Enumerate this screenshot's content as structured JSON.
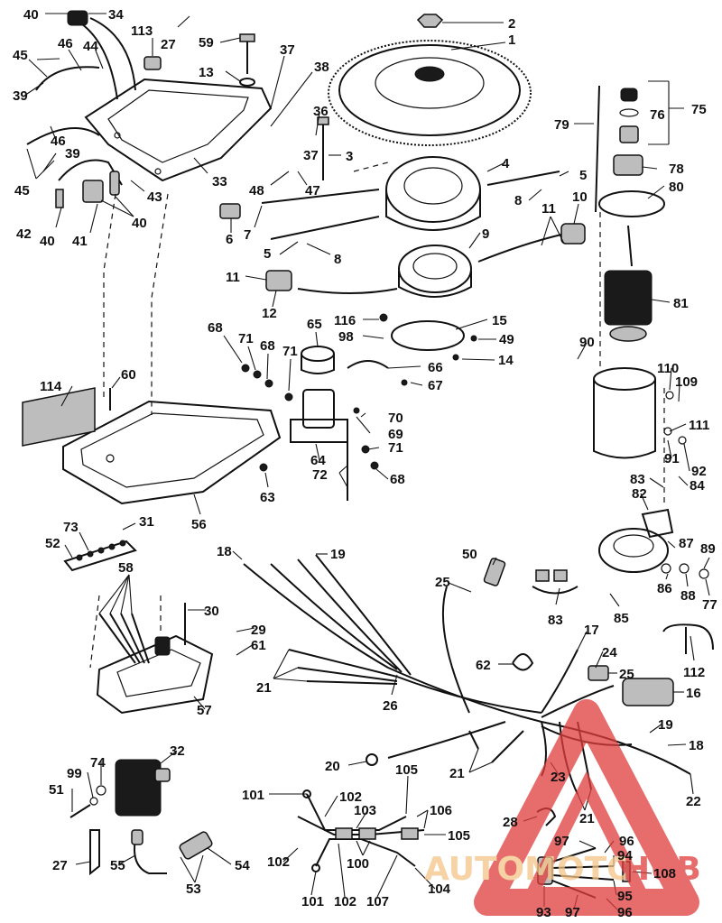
{
  "callouts": [
    {
      "id": "c-40a",
      "label": "40"
    },
    {
      "id": "c-34",
      "label": "34"
    },
    {
      "id": "c-27a",
      "label": "27"
    },
    {
      "id": "c-2",
      "label": "2"
    },
    {
      "id": "c-113",
      "label": "113"
    },
    {
      "id": "c-59",
      "label": "59"
    },
    {
      "id": "c-1",
      "label": "1"
    },
    {
      "id": "c-46a",
      "label": "46"
    },
    {
      "id": "c-44",
      "label": "44"
    },
    {
      "id": "c-37a",
      "label": "37"
    },
    {
      "id": "c-45a",
      "label": "45"
    },
    {
      "id": "c-13",
      "label": "13"
    },
    {
      "id": "c-38",
      "label": "38"
    },
    {
      "id": "c-39a",
      "label": "39"
    },
    {
      "id": "c-75",
      "label": "75"
    },
    {
      "id": "c-76",
      "label": "76"
    },
    {
      "id": "c-79",
      "label": "79"
    },
    {
      "id": "c-36",
      "label": "36"
    },
    {
      "id": "c-46b",
      "label": "46"
    },
    {
      "id": "c-39b",
      "label": "39"
    },
    {
      "id": "c-37b",
      "label": "37"
    },
    {
      "id": "c-3",
      "label": "3"
    },
    {
      "id": "c-4",
      "label": "4"
    },
    {
      "id": "c-78",
      "label": "78"
    },
    {
      "id": "c-45b",
      "label": "45"
    },
    {
      "id": "c-33",
      "label": "33"
    },
    {
      "id": "c-48",
      "label": "48"
    },
    {
      "id": "c-47",
      "label": "47"
    },
    {
      "id": "c-5a",
      "label": "5"
    },
    {
      "id": "c-8a",
      "label": "8"
    },
    {
      "id": "c-80",
      "label": "80"
    },
    {
      "id": "c-43",
      "label": "43"
    },
    {
      "id": "c-10",
      "label": "10"
    },
    {
      "id": "c-42",
      "label": "42"
    },
    {
      "id": "c-40b",
      "label": "40"
    },
    {
      "id": "c-40c",
      "label": "40"
    },
    {
      "id": "c-41",
      "label": "41"
    },
    {
      "id": "c-6",
      "label": "6"
    },
    {
      "id": "c-7",
      "label": "7"
    },
    {
      "id": "c-11a",
      "label": "11"
    },
    {
      "id": "c-9",
      "label": "9"
    },
    {
      "id": "c-5b",
      "label": "5"
    },
    {
      "id": "c-8b",
      "label": "8"
    },
    {
      "id": "c-11b",
      "label": "11"
    },
    {
      "id": "c-12",
      "label": "12"
    },
    {
      "id": "c-81",
      "label": "81"
    },
    {
      "id": "c-116",
      "label": "116"
    },
    {
      "id": "c-15",
      "label": "15"
    },
    {
      "id": "c-65",
      "label": "65"
    },
    {
      "id": "c-68a",
      "label": "68"
    },
    {
      "id": "c-98",
      "label": "98"
    },
    {
      "id": "c-71a",
      "label": "71"
    },
    {
      "id": "c-68b",
      "label": "68"
    },
    {
      "id": "c-71b",
      "label": "71"
    },
    {
      "id": "c-49",
      "label": "49"
    },
    {
      "id": "c-90",
      "label": "90"
    },
    {
      "id": "c-14",
      "label": "14"
    },
    {
      "id": "c-66",
      "label": "66"
    },
    {
      "id": "c-60",
      "label": "60"
    },
    {
      "id": "c-110",
      "label": "110"
    },
    {
      "id": "c-67",
      "label": "67"
    },
    {
      "id": "c-109",
      "label": "109"
    },
    {
      "id": "c-114",
      "label": "114"
    },
    {
      "id": "c-70",
      "label": "70"
    },
    {
      "id": "c-69",
      "label": "69"
    },
    {
      "id": "c-111",
      "label": "111"
    },
    {
      "id": "c-71c",
      "label": "71"
    },
    {
      "id": "c-64",
      "label": "64"
    },
    {
      "id": "c-91",
      "label": "91"
    },
    {
      "id": "c-92",
      "label": "92"
    },
    {
      "id": "c-72",
      "label": "72"
    },
    {
      "id": "c-68c",
      "label": "68"
    },
    {
      "id": "c-83a",
      "label": "83"
    },
    {
      "id": "c-84",
      "label": "84"
    },
    {
      "id": "c-63",
      "label": "63"
    },
    {
      "id": "c-82",
      "label": "82"
    },
    {
      "id": "c-56",
      "label": "56"
    },
    {
      "id": "c-73",
      "label": "73"
    },
    {
      "id": "c-31",
      "label": "31"
    },
    {
      "id": "c-52",
      "label": "52"
    },
    {
      "id": "c-18a",
      "label": "18"
    },
    {
      "id": "c-19a",
      "label": "19"
    },
    {
      "id": "c-50",
      "label": "50"
    },
    {
      "id": "c-87",
      "label": "87"
    },
    {
      "id": "c-89",
      "label": "89"
    },
    {
      "id": "c-58",
      "label": "58"
    },
    {
      "id": "c-25a",
      "label": "25"
    },
    {
      "id": "c-86",
      "label": "86"
    },
    {
      "id": "c-88",
      "label": "88"
    },
    {
      "id": "c-77",
      "label": "77"
    },
    {
      "id": "c-30",
      "label": "30"
    },
    {
      "id": "c-83b",
      "label": "83"
    },
    {
      "id": "c-85",
      "label": "85"
    },
    {
      "id": "c-29",
      "label": "29"
    },
    {
      "id": "c-17",
      "label": "17"
    },
    {
      "id": "c-61",
      "label": "61"
    },
    {
      "id": "c-24",
      "label": "24"
    },
    {
      "id": "c-62",
      "label": "62"
    },
    {
      "id": "c-112",
      "label": "112"
    },
    {
      "id": "c-25b",
      "label": "25"
    },
    {
      "id": "c-21a",
      "label": "21"
    },
    {
      "id": "c-16",
      "label": "16"
    },
    {
      "id": "c-26",
      "label": "26"
    },
    {
      "id": "c-57",
      "label": "57"
    },
    {
      "id": "c-19b",
      "label": "19"
    },
    {
      "id": "c-32",
      "label": "32"
    },
    {
      "id": "c-18b",
      "label": "18"
    },
    {
      "id": "c-74",
      "label": "74"
    },
    {
      "id": "c-20",
      "label": "20"
    },
    {
      "id": "c-21b",
      "label": "21"
    },
    {
      "id": "c-99",
      "label": "99"
    },
    {
      "id": "c-23",
      "label": "23"
    },
    {
      "id": "c-51",
      "label": "51"
    },
    {
      "id": "c-105a",
      "label": "105"
    },
    {
      "id": "c-101a",
      "label": "101"
    },
    {
      "id": "c-102a",
      "label": "102"
    },
    {
      "id": "c-22",
      "label": "22"
    },
    {
      "id": "c-21c",
      "label": "21"
    },
    {
      "id": "c-103",
      "label": "103"
    },
    {
      "id": "c-106",
      "label": "106"
    },
    {
      "id": "c-28",
      "label": "28"
    },
    {
      "id": "c-105b",
      "label": "105"
    },
    {
      "id": "c-97a",
      "label": "97"
    },
    {
      "id": "c-96a",
      "label": "96"
    },
    {
      "id": "c-27b",
      "label": "27"
    },
    {
      "id": "c-55",
      "label": "55"
    },
    {
      "id": "c-54",
      "label": "54"
    },
    {
      "id": "c-102b",
      "label": "102"
    },
    {
      "id": "c-100",
      "label": "100"
    },
    {
      "id": "c-94",
      "label": "94"
    },
    {
      "id": "c-53",
      "label": "53"
    },
    {
      "id": "c-104",
      "label": "104"
    },
    {
      "id": "c-108",
      "label": "108"
    },
    {
      "id": "c-95",
      "label": "95"
    },
    {
      "id": "c-101b",
      "label": "101"
    },
    {
      "id": "c-102c",
      "label": "102"
    },
    {
      "id": "c-107",
      "label": "107"
    },
    {
      "id": "c-93",
      "label": "93"
    },
    {
      "id": "c-97b",
      "label": "97"
    },
    {
      "id": "c-96b",
      "label": "96"
    }
  ],
  "watermark": {
    "text_part1": "AUTOMOTO",
    "text_part2": "HUB",
    "color_primary": "#e03c3c",
    "color_secondary": "#f3c486"
  }
}
